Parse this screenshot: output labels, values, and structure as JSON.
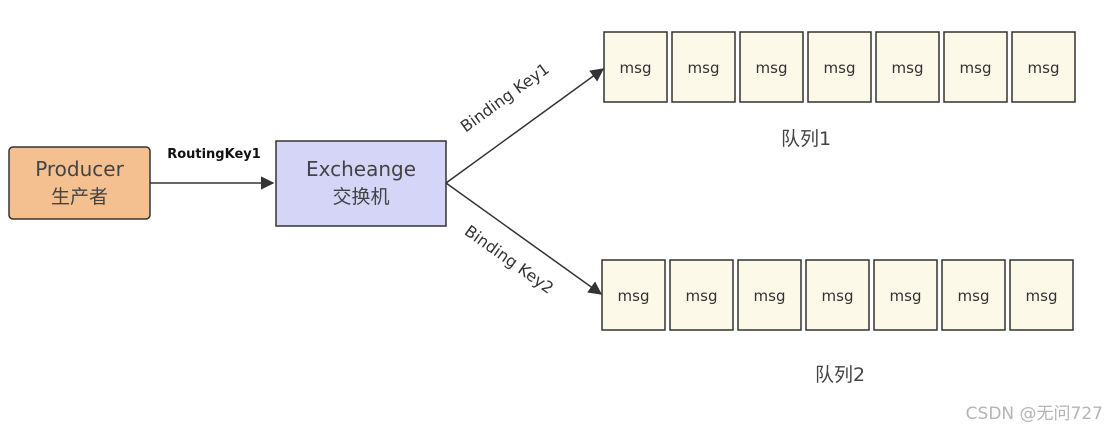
{
  "producer": {
    "title": "Producer",
    "subtitle": "生产者"
  },
  "exchange": {
    "title": "Excheange",
    "subtitle": "交换机"
  },
  "edges": {
    "routing_key": "RoutingKey1",
    "binding_key_1": "Binding Key1",
    "binding_key_2": "Binding Key2"
  },
  "queues": [
    {
      "label": "队列1",
      "messages": [
        "msg",
        "msg",
        "msg",
        "msg",
        "msg",
        "msg",
        "msg"
      ]
    },
    {
      "label": "队列2",
      "messages": [
        "msg",
        "msg",
        "msg",
        "msg",
        "msg",
        "msg",
        "msg"
      ]
    }
  ],
  "colors": {
    "producer_fill": "#f5c08f",
    "exchange_fill": "#d4d5f7",
    "msg_fill": "#fdf9e8",
    "stroke": "#333333"
  },
  "watermark": "CSDN @无问727"
}
